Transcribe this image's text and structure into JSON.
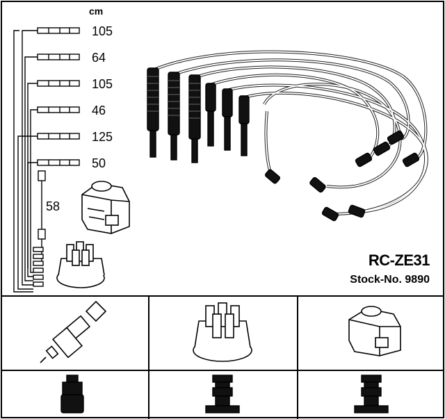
{
  "unit_label": "cm",
  "lengths": [
    "105",
    "64",
    "105",
    "46",
    "125",
    "50",
    "58"
  ],
  "model": "RC-ZE31",
  "stock": "Stock-No. 9890",
  "icons": {
    "row1": [
      "spark-plug-icon",
      "distributor-cap-icon",
      "ignition-coil-icon"
    ],
    "row2": [
      "spark-plug-connector-icon",
      "distributor-connector-icon",
      "coil-connector-icon"
    ]
  }
}
